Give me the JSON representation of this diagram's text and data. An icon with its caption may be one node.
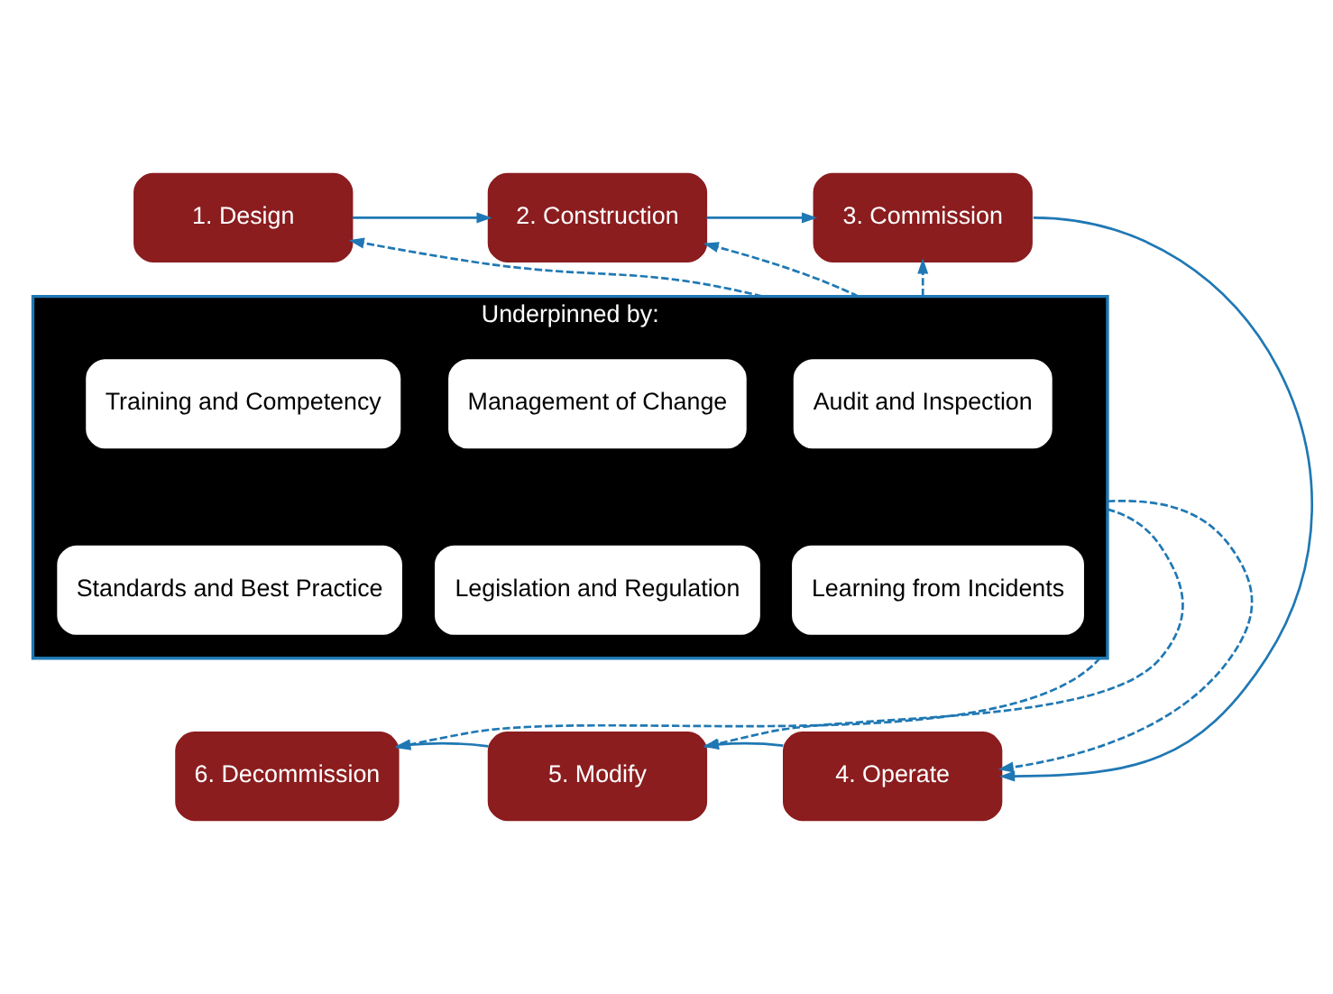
{
  "diagram": {
    "nodes": [
      {
        "text": [
          "1. Design"
        ]
      },
      {
        "text": [
          "2. Construction"
        ]
      },
      {
        "text": [
          "3. Commission"
        ]
      },
      {
        "text": [
          "Underpinned by:"
        ]
      },
      {
        "text": [
          "Training and Competency"
        ],
        "in": 3
      },
      {
        "text": [
          "Management of Change"
        ],
        "in": 3
      },
      {
        "text": [
          "Audit and Inspection"
        ],
        "in": 3
      },
      {
        "text": [
          "Standards and Best Practice"
        ],
        "in": 3
      },
      {
        "text": [
          "Legislation and Regulation"
        ],
        "in": 3
      },
      {
        "text": [
          "Learning from Incidents"
        ],
        "in": 3
      },
      {
        "text": [
          "6. Decommission"
        ]
      },
      {
        "text": [
          "5. Modify"
        ]
      },
      {
        "text": [
          "4. Operate"
        ]
      }
    ],
    "edges": [
      {
        "from": 0,
        "to": 1,
        "arrow": "to"
      },
      {
        "from": 1,
        "to": 2,
        "arrow": "to"
      },
      {
        "from": 2,
        "to": 12,
        "arrow": "to"
      },
      {
        "from": 12,
        "to": 11,
        "arrow": "to"
      },
      {
        "from": 11,
        "to": 10,
        "arrow": "to"
      },
      {
        "from": 3,
        "to": 0,
        "arrow": "to",
        "style": "dashed"
      },
      {
        "from": 3,
        "to": 1,
        "arrow": "to",
        "style": "dashed"
      },
      {
        "from": 3,
        "to": 2,
        "arrow": "to",
        "style": "dashed"
      },
      {
        "from": 3,
        "to": 10,
        "arrow": "to",
        "style": "dashed"
      },
      {
        "from": 3,
        "to": 11,
        "arrow": "to",
        "style": "dashed"
      },
      {
        "from": 3,
        "to": 12,
        "arrow": "to",
        "style": "dashed"
      }
    ]
  }
}
